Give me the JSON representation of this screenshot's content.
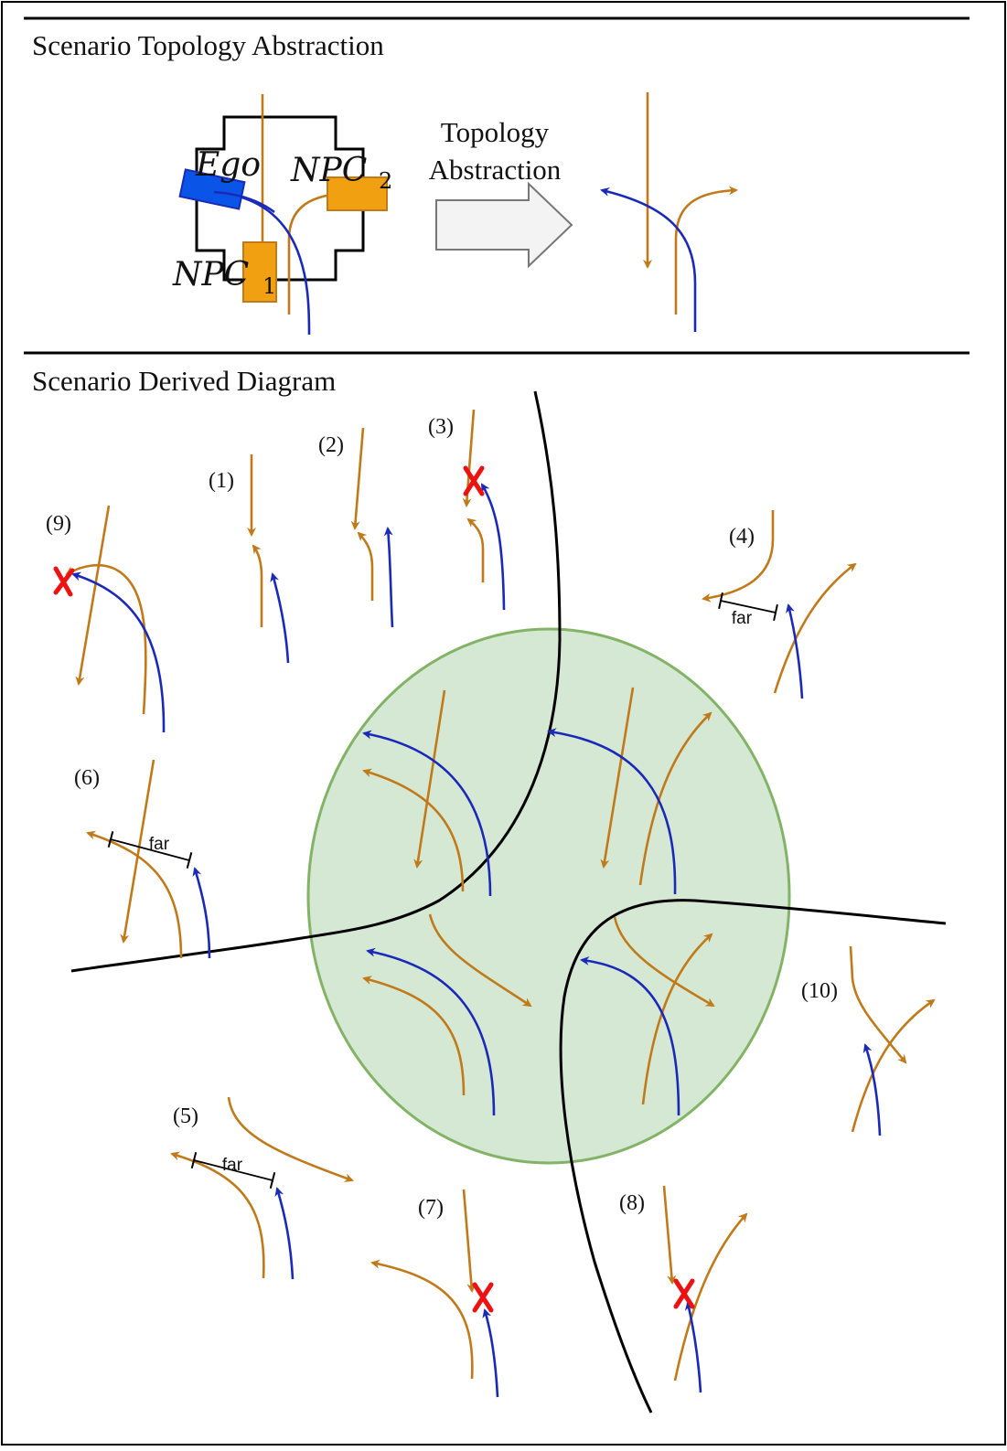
{
  "sections": {
    "topology_title": "Scenario Topology Abstraction",
    "derived_title": "Scenario Derived Diagram"
  },
  "topology": {
    "ego_label": "Ego",
    "npc1_label": "NPC",
    "npc1_sub": "1",
    "npc2_label": "NPC",
    "npc2_sub": "2",
    "arrow_label_line1": "Topology",
    "arrow_label_line2": "Abstraction"
  },
  "cases": {
    "c1": "(1)",
    "c2": "(2)",
    "c3": "(3)",
    "c4": "(4)",
    "c5": "(5)",
    "c6": "(6)",
    "c7": "(7)",
    "c8": "(8)",
    "c9": "(9)",
    "c10": "(10)"
  },
  "annotations": {
    "far": "far"
  },
  "colors": {
    "ego_path": "#1a2ab8",
    "npc_path": "#c07a1a",
    "ego_vehicle": "#0a55e8",
    "npc_vehicle": "#f0a010",
    "collision_mark": "#ee1111",
    "zone_fill": "#d5e8d4",
    "zone_stroke": "#82b366"
  },
  "icons": {
    "collision": "red-x-icon",
    "abstraction_arrow": "block-arrow-right-icon"
  }
}
